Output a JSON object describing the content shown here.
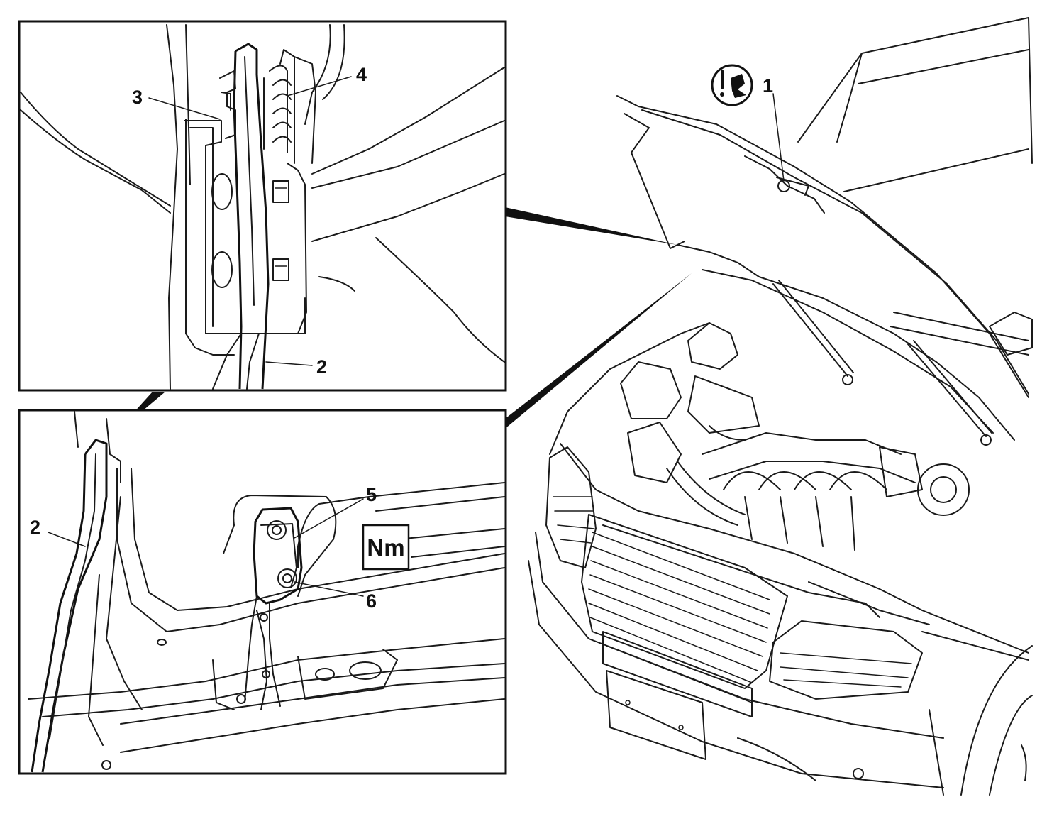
{
  "callouts": {
    "top_inset": {
      "label_3": "3",
      "label_4": "4",
      "label_2": "2"
    },
    "bottom_inset": {
      "label_2": "2",
      "label_5": "5",
      "label_6": "6"
    },
    "main_view": {
      "label_1": "1"
    }
  },
  "torque_symbol": {
    "text": "Nm"
  },
  "warning_symbol": {
    "icon": "caution-exclamation-icon"
  }
}
